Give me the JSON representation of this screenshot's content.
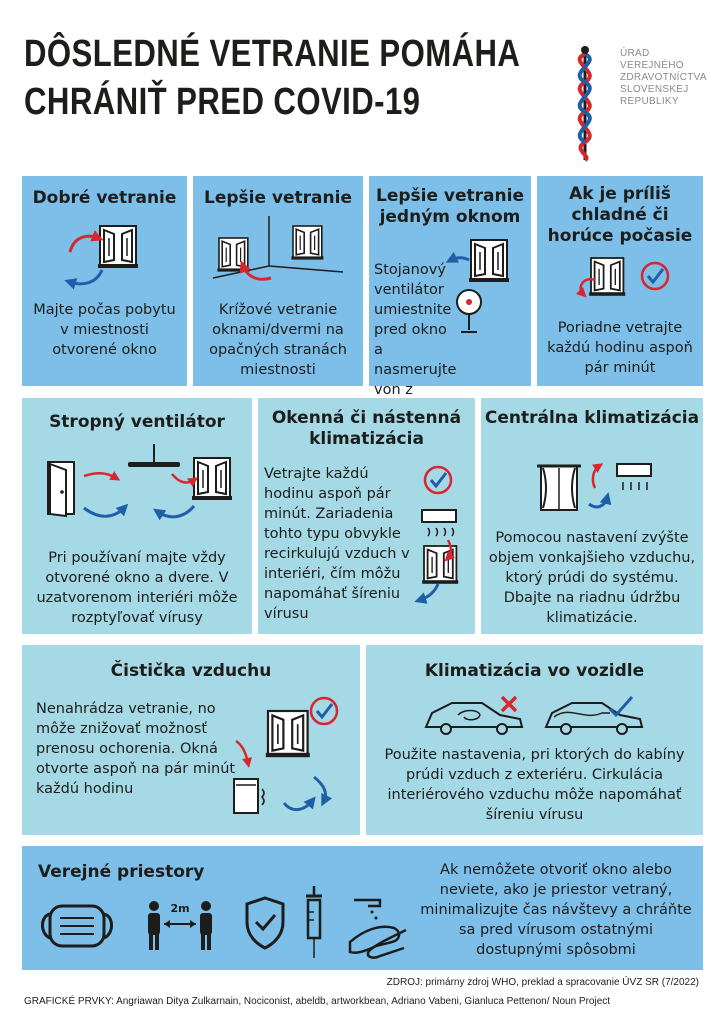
{
  "header": {
    "title_line1": "DÔSLEDNÉ VETRANIE POMÁHA",
    "title_line2": "CHRÁNIŤ PRED COVID-19",
    "logo_text": [
      "ÚRAD",
      "VEREJNÉHO",
      "ZDRAVOTNÍCTVA",
      "SLOVENSKEJ",
      "REPUBLIKY"
    ]
  },
  "colors": {
    "blue_box": "#7dbfe8",
    "teal_box": "#a5d9e6",
    "arrow_red": "#d9262c",
    "arrow_blue": "#1f5fa8",
    "outline": "#1d1d1b"
  },
  "row1": [
    {
      "title": "Dobré vetranie",
      "text": "Majte počas pobytu v miestnosti otvorené okno",
      "icons": [
        "open-window-icon",
        "red-arrow-icon",
        "blue-arrow-icon"
      ]
    },
    {
      "title": "Lepšie vetranie",
      "text": "Krížové vetranie oknami/dvermi na opačných stranách miestnosti",
      "icons": [
        "room-corner-icon",
        "open-window-icon"
      ]
    },
    {
      "title": "Lepšie vetranie jedným oknom",
      "text": "Stojanový ventilátor umiestnite pred okno a nasmerujte von z miestnosti",
      "icons": [
        "open-window-icon",
        "standing-fan-icon"
      ]
    },
    {
      "title": "Ak je príliš chladné či horúce počasie",
      "text": "Poriadne vetrajte každú hodinu aspoň pár minút",
      "icons": [
        "open-window-icon",
        "clock-check-icon"
      ]
    }
  ],
  "row2": [
    {
      "title": "Stropný ventilátor",
      "text": "Pri používaní majte vždy otvorené okno a dvere. V uzatvorenom interiéri môže rozptyľovať vírusy",
      "icons": [
        "open-door-icon",
        "ceiling-fan-icon",
        "open-window-icon"
      ]
    },
    {
      "title": "Okenná či nástenná klimatizácia",
      "text": "Vetrajte každú hodinu aspoň pár minút. Zariadenia tohto typu obvykle recirkulujú vzduch v interiéri, čím môžu napomáhať šíreniu vírusu",
      "icons": [
        "clock-check-icon",
        "wall-ac-icon",
        "open-window-icon"
      ]
    },
    {
      "title": "Centrálna klimatizácia",
      "text": "Pomocou nastavení zvýšte objem vonkajšieho vzduchu, ktorý prúdi do systému. Dbajte na riadnu údržbu klimatizácie.",
      "icons": [
        "window-curtains-icon",
        "wall-ac-icon"
      ]
    }
  ],
  "row3": [
    {
      "title": "Čistička vzduchu",
      "text": "Nenahrádza vetranie, no môže znižovať možnosť prenosu ochorenia. Okná otvorte aspoň na pár minút každú hodinu",
      "icons": [
        "open-window-icon",
        "clock-check-icon",
        "air-purifier-icon"
      ]
    },
    {
      "title": "Klimatizácia vo vozidle",
      "text": "Použite nastavenia, pri ktorých do kabíny prúdi vzduch z exteriéru. Cirkulácia interiérového vzduchu môže napomáhať šíreniu vírusu",
      "icons": [
        "car-recirculation-icon",
        "cross-icon",
        "car-fresh-air-icon",
        "check-icon"
      ]
    }
  ],
  "row4": {
    "title": "Verejné priestory",
    "distance_label": "2m",
    "text": "Ak nemôžete otvoriť okno alebo neviete, ako je priestor vetraný, minimalizujte čas návštevy a chráňte sa pred vírusom ostatnými dostupnými spôsobmi",
    "icons": [
      "face-mask-icon",
      "social-distance-icon",
      "shield-check-icon",
      "syringe-icon",
      "hand-washing-icon"
    ]
  },
  "footer": {
    "source": "ZDROJ: primárny zdroj WHO, preklad a spracovanie ÚVZ SR (7/2022)",
    "credits": "GRAFICKÉ PRVKY: Angriawan Ditya Zulkarnain, Nociconist, abeldb, artworkbean, Adriano Vabeni, Gianluca Pettenon/ Noun Project"
  }
}
